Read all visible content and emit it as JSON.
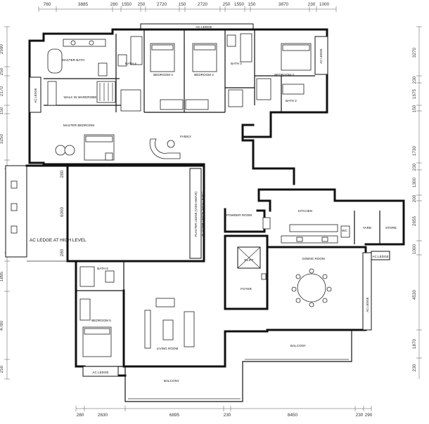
{
  "rooms": {
    "ac_ledge_top": "AC LEDGE",
    "master_bath": "MASTER BATH",
    "bath4": "BATH 4",
    "bedroom4": "BEDROOM 4",
    "bedroom2": "BEDROOM 2",
    "bath3": "BATH 3",
    "bedroom3": "BEDROOM 3",
    "bath2": "BATH 2",
    "ac_ledge_left": "AC LEDGE",
    "ac_ledge_right": "AC LEDGE",
    "walk_in": "WALK IN WARDROBE",
    "master_bedroom": "MASTER BEDROOM",
    "family": "FAMILY",
    "ac_ledge_high": "AC LEDGE AT HIGH LEVEL",
    "planter_ledge": "PLANTER LEDGE (VOID ABOVE)",
    "planter_ledge_2": "PLANTER LEDGE (HIGH LEVEL)",
    "powder_room": "POWDER ROOM",
    "kitchen": "KITCHEN",
    "wc": "WC",
    "yard": "YARD",
    "store": "STORE",
    "ac_ledge_yard": "AC LEDGE",
    "lift": "P.LIFT",
    "foyer": "FOYER",
    "dining": "DINING ROOM",
    "bath5": "BATH 5",
    "bedroom5": "BEDROOM 5",
    "living": "LIVING ROOM",
    "ac_ledge_bottom": "AC LEDGE",
    "balcony_right": "BALCONY",
    "balcony_bottom": "BALCONY",
    "ac_ledge_dining": "AC LEDGE"
  },
  "dims_top": [
    "760",
    "3885",
    "280",
    "1550",
    "250",
    "2720",
    "150",
    "2720",
    "250",
    "1550",
    "150",
    "3870",
    "230",
    "1000"
  ],
  "dims_bottom": [
    "280",
    "2630",
    "6895",
    "230",
    "8450",
    "230",
    "290"
  ],
  "dims_left": [
    "2590",
    "250",
    "2170",
    "150",
    "3250",
    "280",
    "6000",
    "280",
    "1895",
    "4780",
    "250"
  ],
  "dims_right": [
    "3270",
    "230",
    "1675",
    "150",
    "1730",
    "230",
    "1300",
    "200",
    "2655",
    "1000",
    "4530",
    "1870",
    "230"
  ]
}
